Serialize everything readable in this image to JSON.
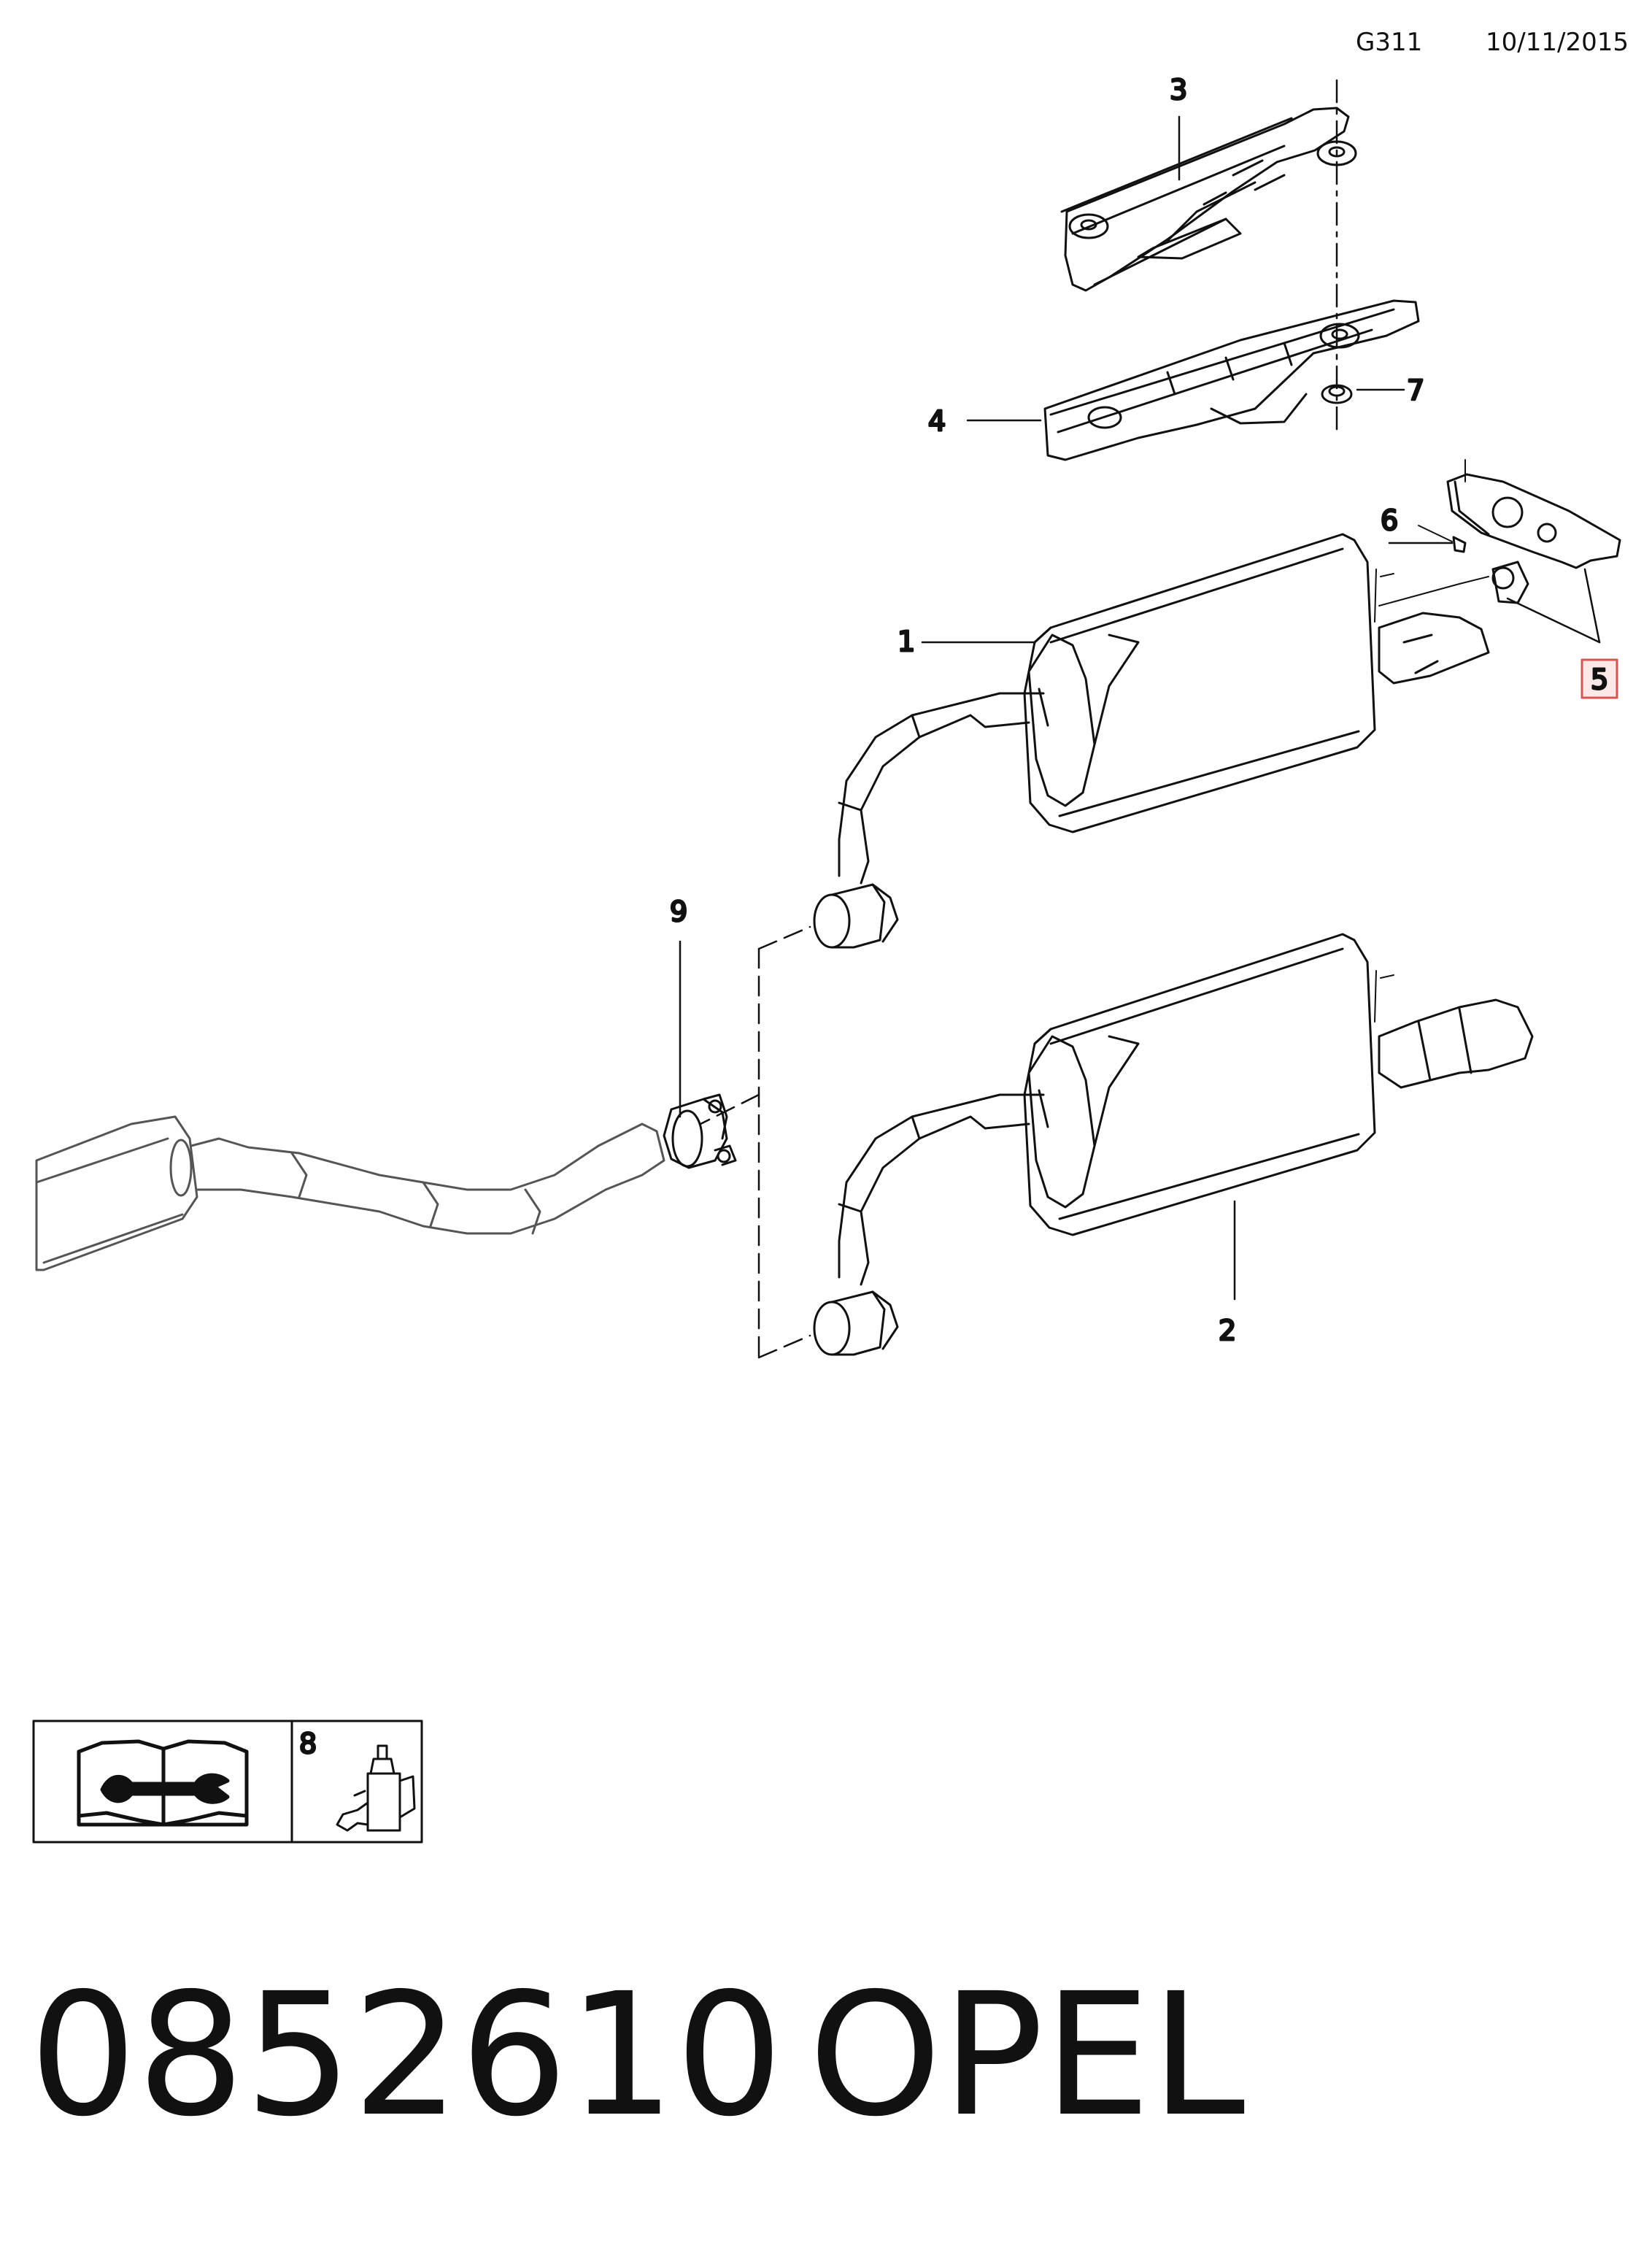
{
  "header": {
    "diagram_code": "G311",
    "date": "10/11/2015"
  },
  "callouts": [
    {
      "id": "1",
      "label": "1",
      "part": "rear muffler"
    },
    {
      "id": "2",
      "label": "2",
      "part": "rear muffler with tailpipe"
    },
    {
      "id": "3",
      "label": "3",
      "part": "heat shield upper"
    },
    {
      "id": "4",
      "label": "4",
      "part": "heat shield lower"
    },
    {
      "id": "5",
      "label": "5",
      "part": "rubber mount",
      "highlighted": true
    },
    {
      "id": "6",
      "label": "6",
      "part": "bolt"
    },
    {
      "id": "7",
      "label": "7",
      "part": "nut"
    },
    {
      "id": "8",
      "label": "8",
      "part": "sealant"
    },
    {
      "id": "9",
      "label": "9",
      "part": "clamp"
    }
  ],
  "legend_box": {
    "cell_1_icon": "service-manual-wrench-icon",
    "cell_2_label": "8",
    "cell_2_icon": "sealant-bottle-icon"
  },
  "footer": {
    "part_number": "0852610",
    "brand": "OPEL"
  },
  "colors": {
    "line": "#111111",
    "highlight_border": "#d9534f",
    "highlight_fill": "#fde8e8"
  }
}
